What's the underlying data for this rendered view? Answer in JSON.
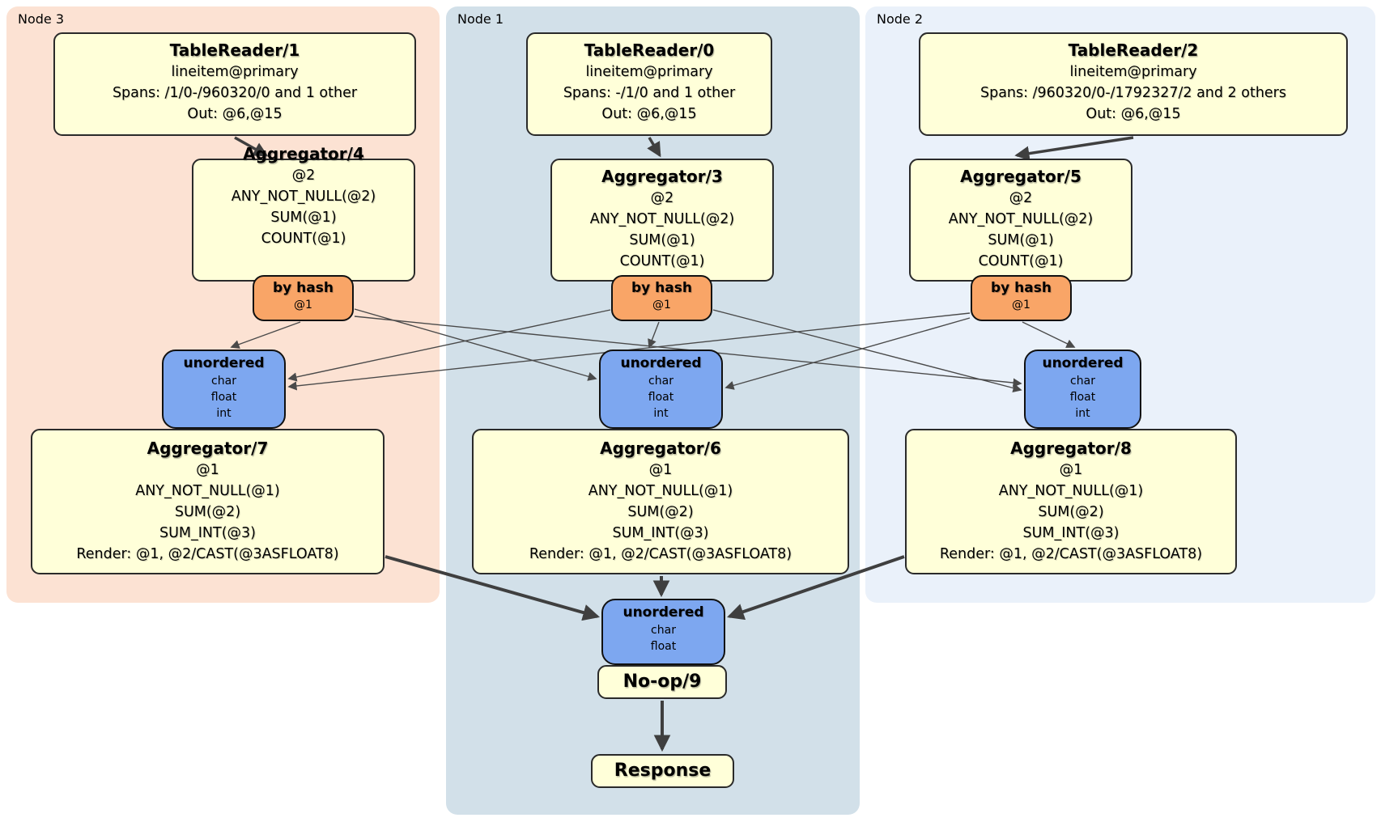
{
  "regions": [
    {
      "id": "node3",
      "label": "Node 3"
    },
    {
      "id": "node1",
      "label": "Node 1"
    },
    {
      "id": "node2",
      "label": "Node 2"
    }
  ],
  "processors": {
    "tr1": {
      "title": "TableReader/1",
      "lines": [
        "lineitem@primary",
        "Spans: /1/0-/960320/0 and 1 other",
        "Out: @6,@15"
      ]
    },
    "tr0": {
      "title": "TableReader/0",
      "lines": [
        "lineitem@primary",
        "Spans: -/1/0 and 1 other",
        "Out: @6,@15"
      ]
    },
    "tr2": {
      "title": "TableReader/2",
      "lines": [
        "lineitem@primary",
        "Spans: /960320/0-/1792327/2 and 2 others",
        "Out: @6,@15"
      ]
    },
    "agg4": {
      "title": "Aggregator/4",
      "lines": [
        "@2",
        "ANY_NOT_NULL(@2)",
        "SUM(@1)",
        "COUNT(@1)"
      ]
    },
    "agg3": {
      "title": "Aggregator/3",
      "lines": [
        "@2",
        "ANY_NOT_NULL(@2)",
        "SUM(@1)",
        "COUNT(@1)"
      ]
    },
    "agg5": {
      "title": "Aggregator/5",
      "lines": [
        "@2",
        "ANY_NOT_NULL(@2)",
        "SUM(@1)",
        "COUNT(@1)"
      ]
    },
    "agg7": {
      "title": "Aggregator/7",
      "lines": [
        "@1",
        "ANY_NOT_NULL(@1)",
        "SUM(@2)",
        "SUM_INT(@3)",
        "Render: @1, @2/CAST(@3ASFLOAT8)"
      ]
    },
    "agg6": {
      "title": "Aggregator/6",
      "lines": [
        "@1",
        "ANY_NOT_NULL(@1)",
        "SUM(@2)",
        "SUM_INT(@3)",
        "Render: @1, @2/CAST(@3ASFLOAT8)"
      ]
    },
    "agg8": {
      "title": "Aggregator/8",
      "lines": [
        "@1",
        "ANY_NOT_NULL(@1)",
        "SUM(@2)",
        "SUM_INT(@3)",
        "Render: @1, @2/CAST(@3ASFLOAT8)"
      ]
    },
    "noop": {
      "title": "No-op/9"
    },
    "response": {
      "title": "Response"
    }
  },
  "routers": {
    "hash4": {
      "title": "by hash",
      "lines": [
        "@1"
      ]
    },
    "hash3": {
      "title": "by hash",
      "lines": [
        "@1"
      ]
    },
    "hash5": {
      "title": "by hash",
      "lines": [
        "@1"
      ]
    }
  },
  "syncs": {
    "sync7": {
      "title": "unordered",
      "lines": [
        "char",
        "float",
        "int"
      ]
    },
    "sync6": {
      "title": "unordered",
      "lines": [
        "char",
        "float",
        "int"
      ]
    },
    "sync8": {
      "title": "unordered",
      "lines": [
        "char",
        "float",
        "int"
      ]
    },
    "sync9": {
      "title": "unordered",
      "lines": [
        "char",
        "float"
      ]
    }
  },
  "colors": {
    "node3_background": "#fce2d3",
    "node1_background": "#d2e0e9",
    "node2_background": "#eaf1fa",
    "processor_fill": "#ffffd9",
    "router_fill": "#f9a567",
    "sync_fill": "#7da7f0",
    "edge_color": "#3f3f3f"
  }
}
